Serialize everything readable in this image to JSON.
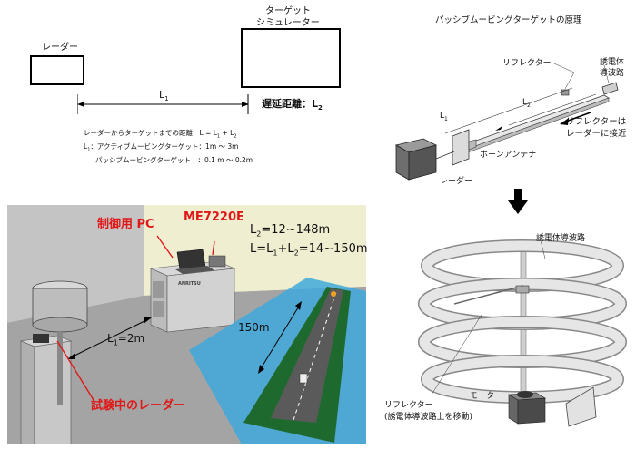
{
  "top_left": {
    "radar_label": "レーダー",
    "target_label_line1": "ターゲット",
    "target_label_line2": "シミュレーター",
    "distance_label": "L",
    "distance_sub": "1",
    "delay_label": "遅延距離：L",
    "delay_sub": "2",
    "formula_line1": "レーダーからターゲットまでの距離　L = L",
    "formula_line1_sub1": "1",
    "formula_line1_plus": " + L",
    "formula_line1_sub2": "2",
    "formula_line2_prefix": "L",
    "formula_line2_sub": "1",
    "formula_line2": "：アクティブムービングターゲット：1m ～ 3m",
    "formula_line3": "パッシブムービングターゲット　：0.1 m ～ 0.2m"
  },
  "top_right": {
    "title": "パッシブムービングターゲットの原理",
    "reflector": "リフレクター",
    "waveguide_line1": "誘電体",
    "waveguide_line2": "導波路",
    "l1": "L",
    "l1_sub": "1",
    "l2": "L",
    "l2_sub": "2",
    "approach_line1": "リフレクターは",
    "approach_line2": "レーダーに接近",
    "horn": "ホーンアンテナ",
    "radar": "レーダー"
  },
  "bottom_right": {
    "waveguide": "誘電体導波路",
    "motor": "モーター",
    "reflector_line1": "リフレクター",
    "reflector_line2": "(誘電体導波路上を移動)"
  },
  "photo": {
    "pc_label": "制御用 PC",
    "model_label": "ME7220E",
    "l2_range": "L",
    "l2_range_sub": "2",
    "l2_range_value": "=12~148m",
    "total_range_a": "L=L",
    "total_range_sub1": "1",
    "total_range_b": "+L",
    "total_range_sub2": "2",
    "total_range_c": "=14~150m",
    "l1_value_a": "L",
    "l1_value_sub": "1",
    "l1_value_b": "=2m",
    "road_length": "150m",
    "radar_under_test": "試験中のレーダー",
    "instrument_brand": "ANRITSU"
  },
  "colors": {
    "accent_red": "#e01818",
    "road_glow": "#3fa9dc",
    "road": "#5a5a5a",
    "grass": "#1e6a2e",
    "room_wall": "#c9c9c9",
    "floor": "#9a9a9a"
  }
}
